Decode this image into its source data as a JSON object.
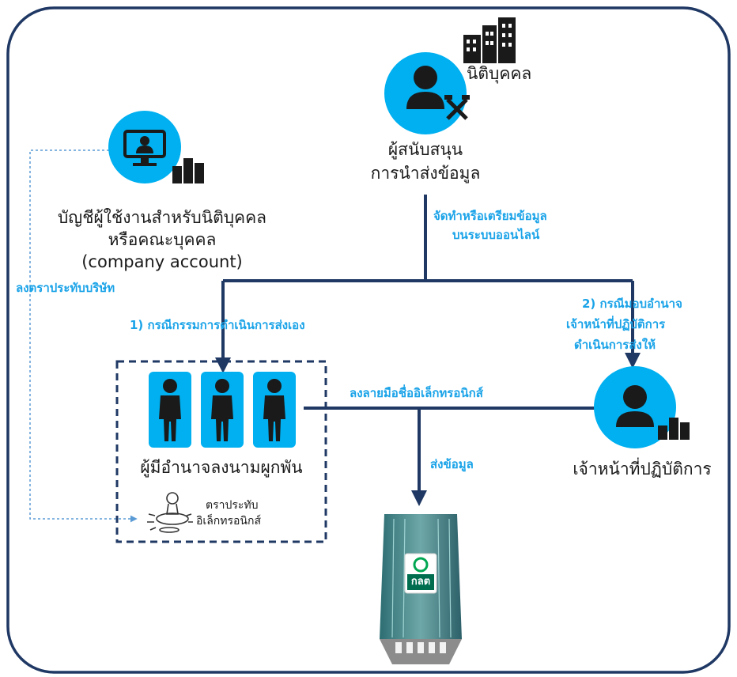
{
  "colors": {
    "navy": "#1f3864",
    "cyan": "#00b0f0",
    "accent_text": "#1aa3e8",
    "text": "#1a1a1a",
    "dotted_line": "#5b9bd5"
  },
  "nodes": {
    "legal_entity_label": "นิติบุคคล",
    "supporter_line1": "ผู้สนับสนุน",
    "supporter_line2": "การนำส่งข้อมูล",
    "company_account_line1": "บัญชีผู้ใช้งานสำหรับนิติบุคคล",
    "company_account_line2": "หรือคณะบุคคล",
    "company_account_line3": "(company account)",
    "authorized_signers": "ผู้มีอำนาจลงนามผูกพัน",
    "e_stamp_line1": "ตราประทับ",
    "e_stamp_line2": "อิเล็กทรอนิกส์",
    "operator": "เจ้าหน้าที่ปฏิบัติการ",
    "sec_logo_text": "กลต"
  },
  "flows": {
    "prepare_line1": "จัดทำหรือเตรียมข้อมูล",
    "prepare_line2": "บนระบบออนไลน์",
    "stamp_company": "ลงตราประทับบริษัท",
    "case1": "1) กรณีกรรมการดำเนินการส่งเอง",
    "case2_line1": "2) กรณีมอบอำนาจ",
    "case2_line2": "เจ้าหน้าที่ปฏิบัติการ",
    "case2_line3": "ดำเนินการส่งให้",
    "e_signature": "ลงลายมือชื่ออิเล็กทรอนิกส์",
    "send_data": "ส่งข้อมูล"
  },
  "icons": {
    "supporter": "person-with-tools-icon",
    "company_account": "computer-user-icon",
    "buildings": "buildings-icon",
    "signers": "person-icon",
    "stamp": "stamp-icon",
    "operator": "person-icon",
    "sec_building": "sec-building-icon"
  }
}
